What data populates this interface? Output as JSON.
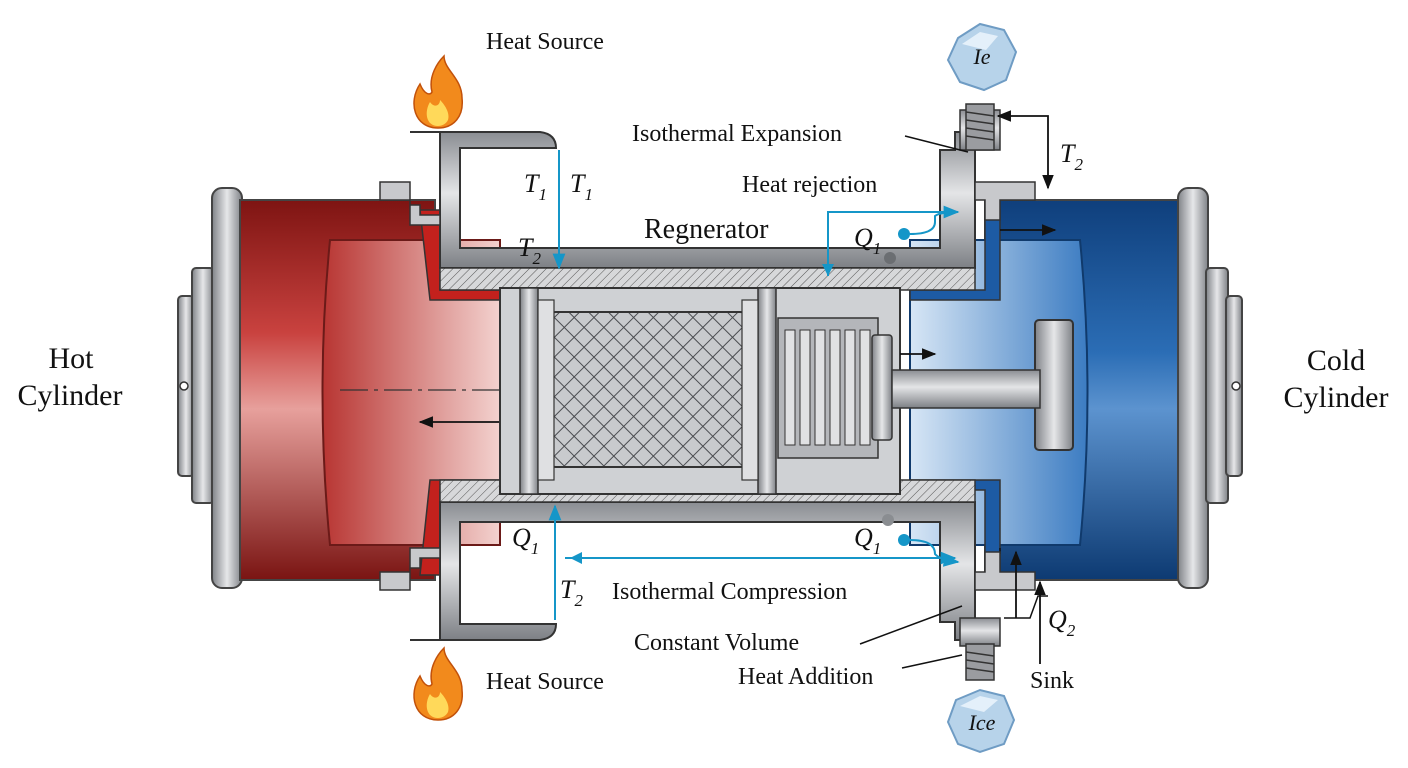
{
  "labels": {
    "hot_cylinder_line1": "Hot",
    "hot_cylinder_line2": "Cylinder",
    "cold_cylinder_line1": "Cold",
    "cold_cylinder_line2": "Cylinder",
    "heat_source_top": "Heat Source",
    "heat_source_bottom": "Heat Source",
    "isothermal_expansion": "Isothermal Expansion",
    "heat_rejection": "Heat rejection",
    "regenerator": "Regnerator",
    "isothermal_compression": "Isothermal Compression",
    "constant_volume": "Constant Volume",
    "heat_addition": "Heat Addition",
    "sink": "Sink",
    "ice_top": "Ie",
    "ice_bottom": "Ice"
  },
  "symbols": {
    "t1_a": {
      "base": "T",
      "sub": "1"
    },
    "t1_b": {
      "base": "T",
      "sub": "1"
    },
    "t2_upper_left": {
      "base": "T",
      "sub": "2"
    },
    "t2_upper_right": {
      "base": "T",
      "sub": "2"
    },
    "t2_lower_left": {
      "base": "T",
      "sub": "2"
    },
    "q1_upper": {
      "base": "Q",
      "sub": "1"
    },
    "q1_lower_left": {
      "base": "Q",
      "sub": "1"
    },
    "q1_lower_right": {
      "base": "Q",
      "sub": "1"
    },
    "q2_lower_right": {
      "base": "Q",
      "sub": "2"
    }
  },
  "colors": {
    "hot": "#a61d1d",
    "hot_light": "#d98a88",
    "cold": "#1c5aa3",
    "cold_light": "#8fb6de",
    "metal": "#b9bcc0",
    "metal_dark": "#6d7075",
    "flow": "#1596c8",
    "flame": "#f5901e",
    "ice": "#b7d3ea"
  },
  "icons": [
    "flame-icon",
    "ice-cube-icon"
  ]
}
